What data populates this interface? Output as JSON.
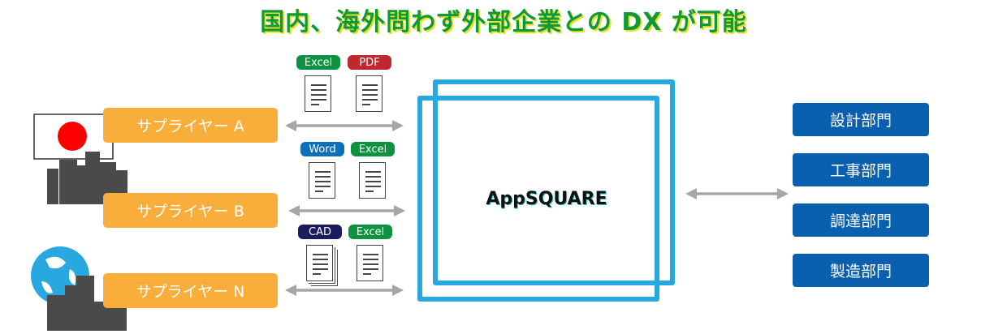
{
  "title": "国内、海外問わず外部企業との DX が可能",
  "suppliers": [
    {
      "label": "サプライヤー A"
    },
    {
      "label": "サプライヤー B"
    },
    {
      "label": "サプライヤー N"
    }
  ],
  "file_rows": [
    [
      {
        "label": "Excel",
        "color": "#0d9340"
      },
      {
        "label": "PDF",
        "color": "#c1272d"
      }
    ],
    [
      {
        "label": "Word",
        "color": "#0b6fba"
      },
      {
        "label": "Excel",
        "color": "#0d9340"
      }
    ],
    [
      {
        "label": "CAD",
        "color": "#1b1b5e"
      },
      {
        "label": "Excel",
        "color": "#0d9340"
      }
    ]
  ],
  "platform": "AppSQUARE",
  "departments": [
    {
      "label": "設計部門"
    },
    {
      "label": "工事部門"
    },
    {
      "label": "調達部門"
    },
    {
      "label": "製造部門"
    }
  ]
}
